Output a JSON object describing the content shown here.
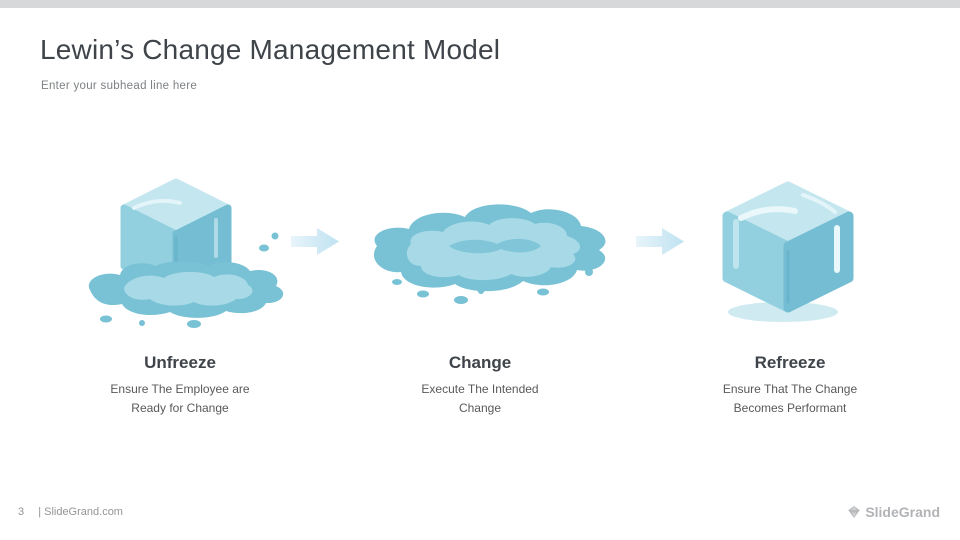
{
  "slide": {
    "title": "Lewin’s Change Management Model",
    "subhead": "Enter your subhead line here"
  },
  "stages": [
    {
      "label": "Unfreeze",
      "desc": [
        "Ensure The Employee are",
        "Ready for Change"
      ],
      "illustration": "melting-ice-cube"
    },
    {
      "label": "Change",
      "desc": [
        "Execute The Intended",
        "Change"
      ],
      "illustration": "water-puddle"
    },
    {
      "label": "Refreeze",
      "desc": [
        "Ensure That The Change",
        "Becomes Performant"
      ],
      "illustration": "ice-cube"
    }
  ],
  "footer": {
    "page_number": "3",
    "site_text": "| SlideGrand.com",
    "brand": "SlideGrand"
  },
  "colors": {
    "top_bar": "#d7d8d9",
    "title_text": "#3f444a",
    "body_text": "#58595b",
    "muted_text": "#7d8084",
    "footer_text": "#939598",
    "brand_gray": "#b1b3b6",
    "ice_top": "#c3e6ef",
    "ice_front": "#93d0df",
    "ice_side": "#74bdd2",
    "ice_accent": "#5ba9c0",
    "ice_highlight": "#eaf7fb",
    "puddle": "#79c2d5",
    "puddle_light": "#a7dae6",
    "arrow_light": "#e8f4fa",
    "arrow_blue": "#bfe2f1"
  }
}
